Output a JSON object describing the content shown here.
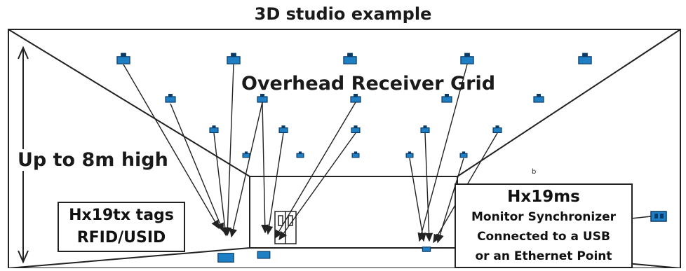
{
  "title": "3D studio example",
  "overhead_label": "Overhead Receiver Grid",
  "height_label": "Up to 8m high",
  "tags_box": {
    "line1": "Hx19tx tags",
    "line2": "RFID/USID"
  },
  "monitor_box": {
    "line1": "Hx19ms",
    "line2": "Monitor Synchronizer",
    "line3": "Connected to a USB",
    "line4": "or an Ethernet Point"
  },
  "stray_mark": "b",
  "colors": {
    "device": "#1f7fc4",
    "device_dark": "#0a3a66",
    "line": "#222222"
  }
}
